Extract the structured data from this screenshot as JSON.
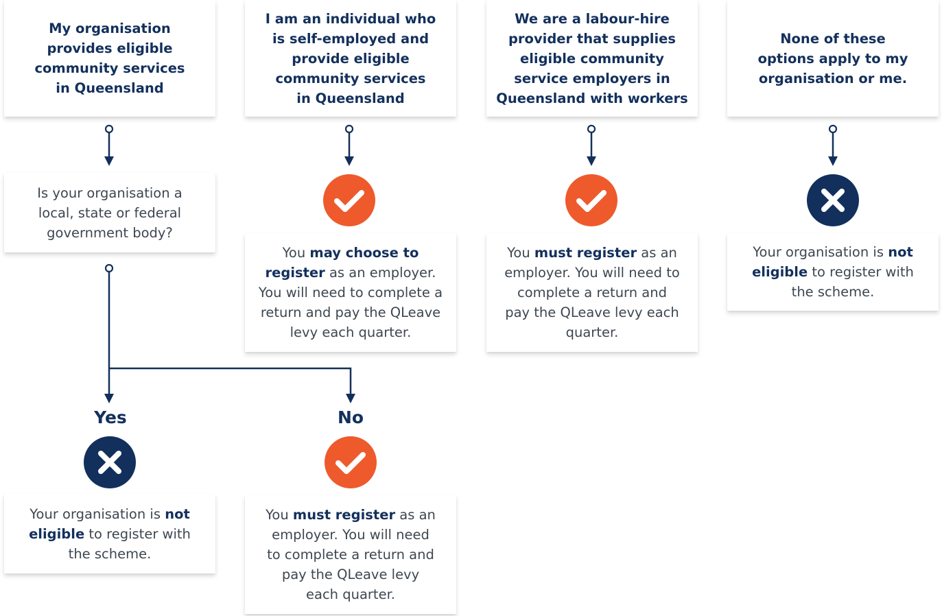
{
  "top_options": [
    {
      "label": "My organisation provides eligible community services in Queensland",
      "lines": [
        "My organisation",
        "provides eligible",
        "community services",
        "in Queensland"
      ]
    },
    {
      "label": "I am an individual who is self-employed and provide eligible community services in Queensland",
      "lines": [
        "I am an individual who",
        "is self-employed and",
        "provide eligible",
        "community services",
        "in Queensland"
      ]
    },
    {
      "label": "We are a labour-hire provider that supplies eligible community service employers in Queensland with workers",
      "lines": [
        "We are a labour-hire",
        "provider that supplies",
        "eligible community",
        "service employers in",
        "Queensland with workers"
      ]
    },
    {
      "label": "None of these options apply to my organisation or me.",
      "lines": [
        "None of these",
        "options apply to my",
        "organisation or me."
      ]
    }
  ],
  "question": {
    "lines": [
      "Is your organisation a",
      "local, state or federal",
      "government body?"
    ]
  },
  "branch_labels": {
    "yes": "Yes",
    "no": "No"
  },
  "outcomes": {
    "self_employed": {
      "pre": "You ",
      "bold": "may choose to register",
      "post": " as an employer. You will need to complete a return and pay the QLeave levy each quarter."
    },
    "labour_hire": {
      "pre": "You ",
      "bold": "must register",
      "post": " as an employer. You will need to complete a return and pay the QLeave levy each quarter."
    },
    "none": {
      "pre": "Your organisation is ",
      "bold": "not eligible",
      "post": " to register with the scheme."
    },
    "gov_yes": {
      "pre": "Your organisation is ",
      "bold": "not eligible",
      "post": " to register with the scheme."
    },
    "gov_no": {
      "pre": "You ",
      "bold": "must register",
      "post": " as an employer. You will need to complete a return and pay the QLeave levy each quarter."
    }
  },
  "icons": {
    "eligible": "check-circle-icon",
    "not_eligible": "x-circle-icon"
  },
  "colors": {
    "navy": "#13305c",
    "orange": "#ee5a2c",
    "text_grey": "#3d4650"
  }
}
